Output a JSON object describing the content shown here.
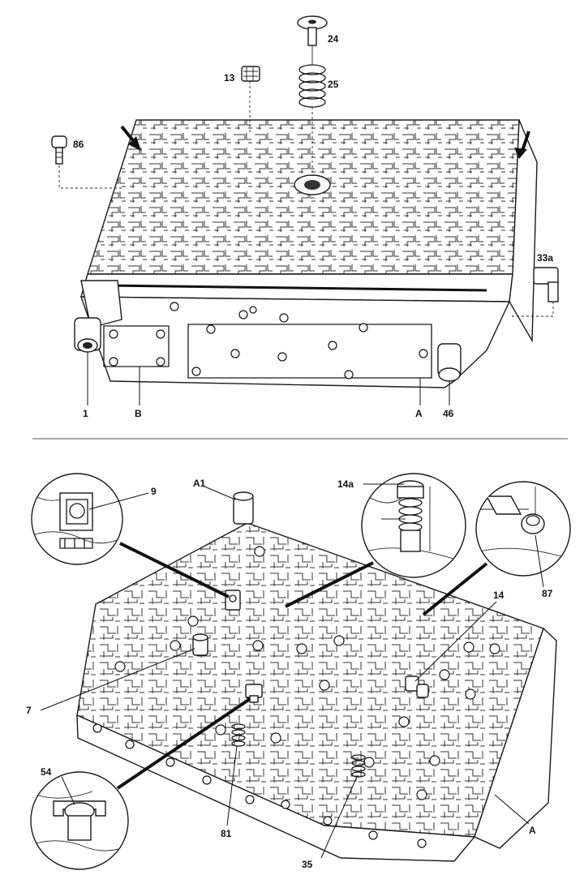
{
  "labels": {
    "top": {
      "l24": "24",
      "l25": "25",
      "l13": "13",
      "l86": "86",
      "l33a": "33a",
      "l1": "1",
      "lB": "B",
      "lA": "A",
      "l46": "46"
    },
    "bottom": {
      "l9": "9",
      "lA1": "A1",
      "l14a": "14a",
      "l87": "87",
      "l14": "14",
      "l7": "7",
      "l54": "54",
      "l81": "81",
      "l35": "35",
      "lA": "A"
    }
  }
}
